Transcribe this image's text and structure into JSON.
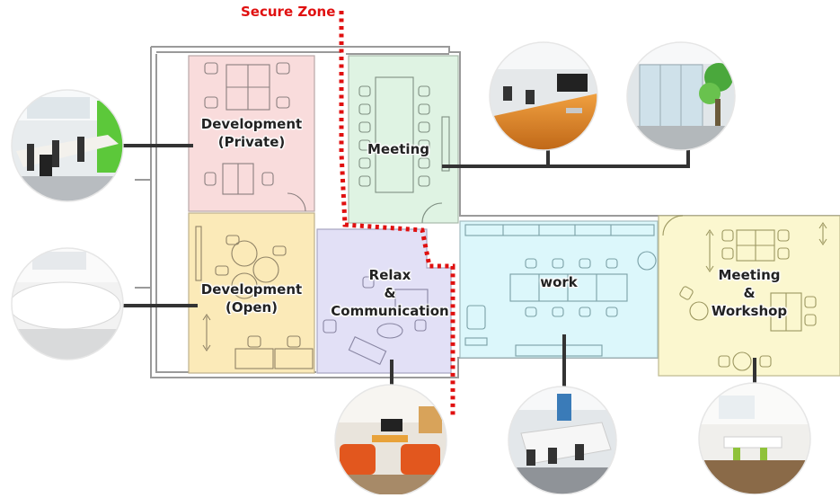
{
  "secure_zone": {
    "label": "Secure Zone",
    "color": "#e01010"
  },
  "rooms": {
    "dev_private": {
      "line1": "Development",
      "line2": "(Private)",
      "color": "#f9dcdc"
    },
    "meeting": {
      "label": "Meeting",
      "color": "#dff3e3"
    },
    "dev_open": {
      "line1": "Development",
      "line2": "(Open)",
      "color": "#fbeab8"
    },
    "relax": {
      "line1": "Relax",
      "line2": "&",
      "line3": "Communication",
      "color": "#e2e0f6"
    },
    "work": {
      "label": "work",
      "color": "#dcf7fb"
    },
    "meeting_workshop": {
      "line1": "Meeting",
      "line2": "&",
      "line3": "Workshop",
      "color": "#fbf7cf"
    }
  },
  "photos": {
    "dev_private": "desk-row-photo",
    "dev_open": "round-table-photo",
    "meeting_1": "meeting-table-photo",
    "meeting_2": "glass-meeting-room-photo",
    "relax": "sofa-lounge-photo",
    "work": "work-desks-photo",
    "workshop": "workshop-tables-photo"
  }
}
